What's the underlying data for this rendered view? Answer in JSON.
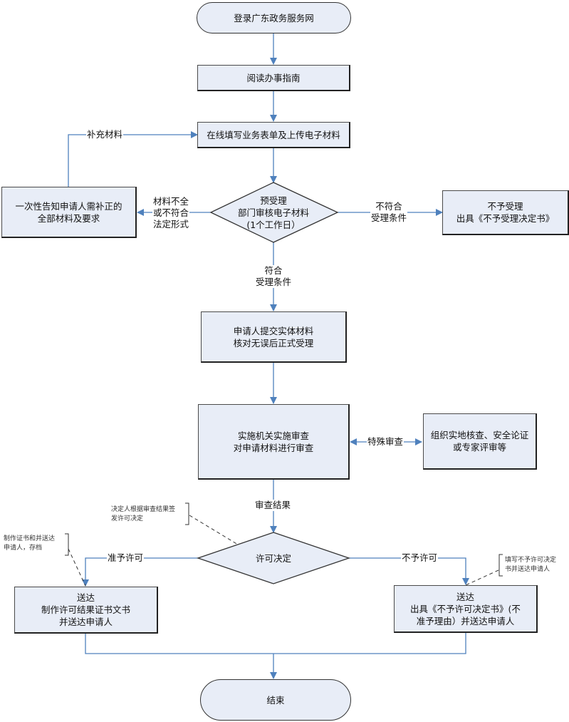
{
  "title": "广东政务服务网行政许可办理流程图",
  "nodes": {
    "start": "登录广东政务服务网",
    "read_guide": "阅读办事指南",
    "fill_form": "在线填写业务表单及上传电子材料",
    "pre_accept": "预受理\n部门审核电子材料\n(1个工作日）",
    "notify_supplement": "一次性告知申请人需补正的\n全部材料及要求",
    "reject_accept": "不予受理\n出具《不予受理决定书》",
    "submit_physical": "申请人提交实体材料\n核对无误后正式受理",
    "review": "实施机关实施审查\n对申请材料进行审查",
    "special_review": "组织实地核查、安全论证\n或专家评审等",
    "permit_decision": "许可决定",
    "deliver_permit": "送达\n制作许可结果证书文书\n并送达申请人",
    "deliver_deny": "送达\n出具《不予许可决定书》(不\n准予理由）并送达申请人",
    "end": "结束"
  },
  "edge_labels": {
    "supplement": "补充材料",
    "incomplete": "材料不全\n或不符合\n法定形式",
    "not_eligible": "不符合\n受理条件",
    "eligible": "符合\n受理条件",
    "special": "特殊审查",
    "review_result": "审查结果",
    "grant": "准予许可",
    "deny": "不予许可"
  },
  "annotations": {
    "decision_note": "决定人根据审查结果签\n发许可决定",
    "grant_note": "制作证书和并送达\n申请人，存档",
    "deny_note": "填写不予许可决定\n书并送达申请人"
  },
  "colors": {
    "node_fill": "#e8edf7",
    "connector": "#4f81bd",
    "border": "#333333"
  }
}
